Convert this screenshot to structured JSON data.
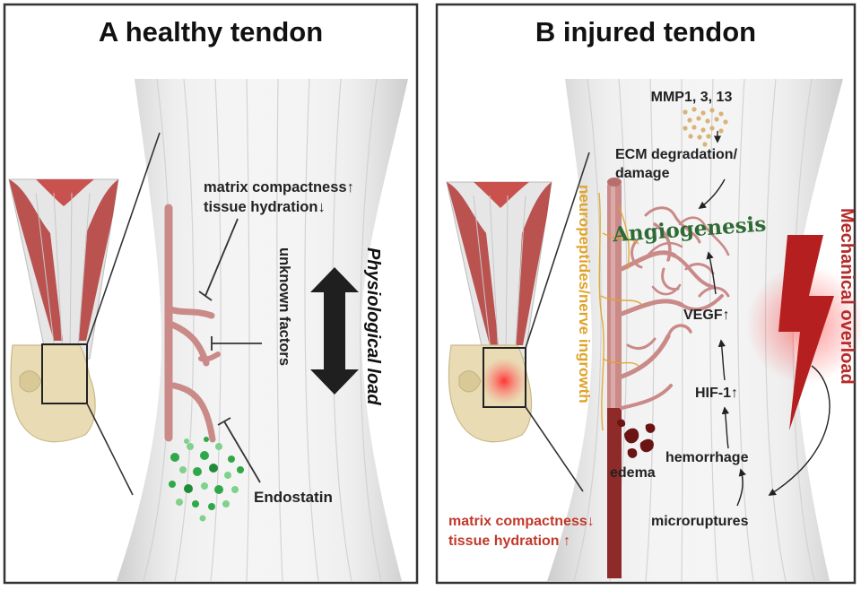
{
  "panel_a": {
    "title": "A healthy tendon",
    "matrix_line": "matrix compactness↑",
    "hydration_line": "tissue hydration↓",
    "unknown_factors": "unknown factors",
    "physiological_load": "Physiological load",
    "endostatin": "Endostatin"
  },
  "panel_b": {
    "title": "B injured tendon",
    "mmp": "MMP1, 3, 13",
    "ecm_line1": "ECM degradation/",
    "ecm_line2": "damage",
    "angiogenesis": "Angiogenesis",
    "vegf": "VEGF↑",
    "hif": "HIF-1↑",
    "hemorrhage": "hemorrhage",
    "edema": "edema",
    "microruptures": "microruptures",
    "mechanical_overload": "Mechanical overload",
    "neuropeptides": "neuropeptides/nerve ingrowth",
    "matrix_line": "matrix compactness↓",
    "hydration_line": "tissue hydration ↑"
  },
  "colors": {
    "vessel": "#c98a88",
    "vessel_dark": "#a85a58",
    "muscle": "#b5423f",
    "bone": "#e9dcb4",
    "endostatin_green": "#2fa84a",
    "angiogenesis_green": "#2e6b34",
    "nerve_orange": "#e0a32a",
    "lightning_red": "#b51f1f",
    "injury_text_red": "#c0392b",
    "mmp_dots": "#d9b377"
  }
}
